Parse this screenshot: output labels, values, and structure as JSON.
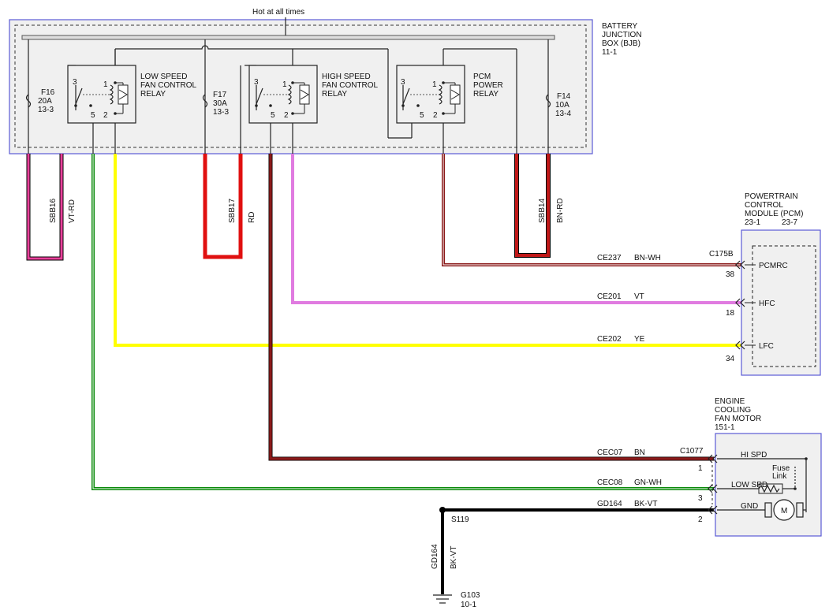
{
  "bjb": {
    "hot_label": "Hot at all times",
    "name_lines": [
      "BATTERY",
      "JUNCTION",
      "BOX (BJB)"
    ],
    "ref": "11-1"
  },
  "fuses": {
    "f16": {
      "name": "F16",
      "rating": "20A",
      "ref": "13-3"
    },
    "f17": {
      "name": "F17",
      "rating": "30A",
      "ref": "13-3"
    },
    "f14": {
      "name": "F14",
      "rating": "10A",
      "ref": "13-4"
    }
  },
  "relays": {
    "low": {
      "lines": [
        "LOW SPEED",
        "FAN CONTROL",
        "RELAY"
      ],
      "pins": {
        "p3": "3",
        "p1": "1",
        "p5": "5",
        "p2": "2"
      }
    },
    "high": {
      "lines": [
        "HIGH SPEED",
        "FAN CONTROL",
        "RELAY"
      ],
      "pins": {
        "p3": "3",
        "p1": "1",
        "p5": "5",
        "p2": "2"
      }
    },
    "pcm": {
      "lines": [
        "PCM",
        "POWER",
        "RELAY"
      ],
      "pins": {
        "p3": "3",
        "p1": "1",
        "p5": "5",
        "p2": "2"
      }
    }
  },
  "loops": {
    "sbb16": {
      "circuit": "SBB16",
      "color": "VT-RD"
    },
    "sbb17": {
      "circuit": "SBB17",
      "color": "RD"
    },
    "sbb14": {
      "circuit": "SBB14",
      "color": "BN-RD"
    }
  },
  "pcm": {
    "name_lines": [
      "POWERTRAIN",
      "CONTROL",
      "MODULE (PCM)"
    ],
    "refs": [
      "23-1",
      "23-7"
    ],
    "connector": "C175B",
    "pins": [
      {
        "label": "PCMRC",
        "pin": "38"
      },
      {
        "label": "HFC",
        "pin": "18"
      },
      {
        "label": "LFC",
        "pin": "34"
      }
    ]
  },
  "motor": {
    "name_lines": [
      "ENGINE",
      "COOLING",
      "FAN MOTOR"
    ],
    "ref": "151-1",
    "connector": "C1077",
    "hi_label": "HI SPD",
    "low_label": "LOW SPD",
    "gnd_label": "GND",
    "fuse_link_lines": [
      "Fuse",
      "Link"
    ],
    "motor_symbol": "M",
    "pins": [
      "1",
      "3",
      "2"
    ]
  },
  "wires": {
    "ce237": {
      "circuit": "CE237",
      "color": "BN-WH"
    },
    "ce201": {
      "circuit": "CE201",
      "color": "VT"
    },
    "ce202": {
      "circuit": "CE202",
      "color": "YE"
    },
    "cec07": {
      "circuit": "CEC07",
      "color": "BN"
    },
    "cec08": {
      "circuit": "CEC08",
      "color": "GN-WH"
    },
    "gd164": {
      "circuit": "GD164",
      "color": "BK-VT"
    }
  },
  "ground": {
    "splice": "S119",
    "circuit": "GD164",
    "color": "BK-VT",
    "point": "G103",
    "ref": "10-1"
  },
  "palette": {
    "violet_red": "#e8409a",
    "red": "#e01010",
    "brown": "#8b1a1a",
    "violet": "#e07be0",
    "yellow": "#ffff00",
    "green": "#0a8a0a",
    "black": "#000000",
    "box_border": "#5b5bd6",
    "box_fill": "#f0f0f0"
  }
}
